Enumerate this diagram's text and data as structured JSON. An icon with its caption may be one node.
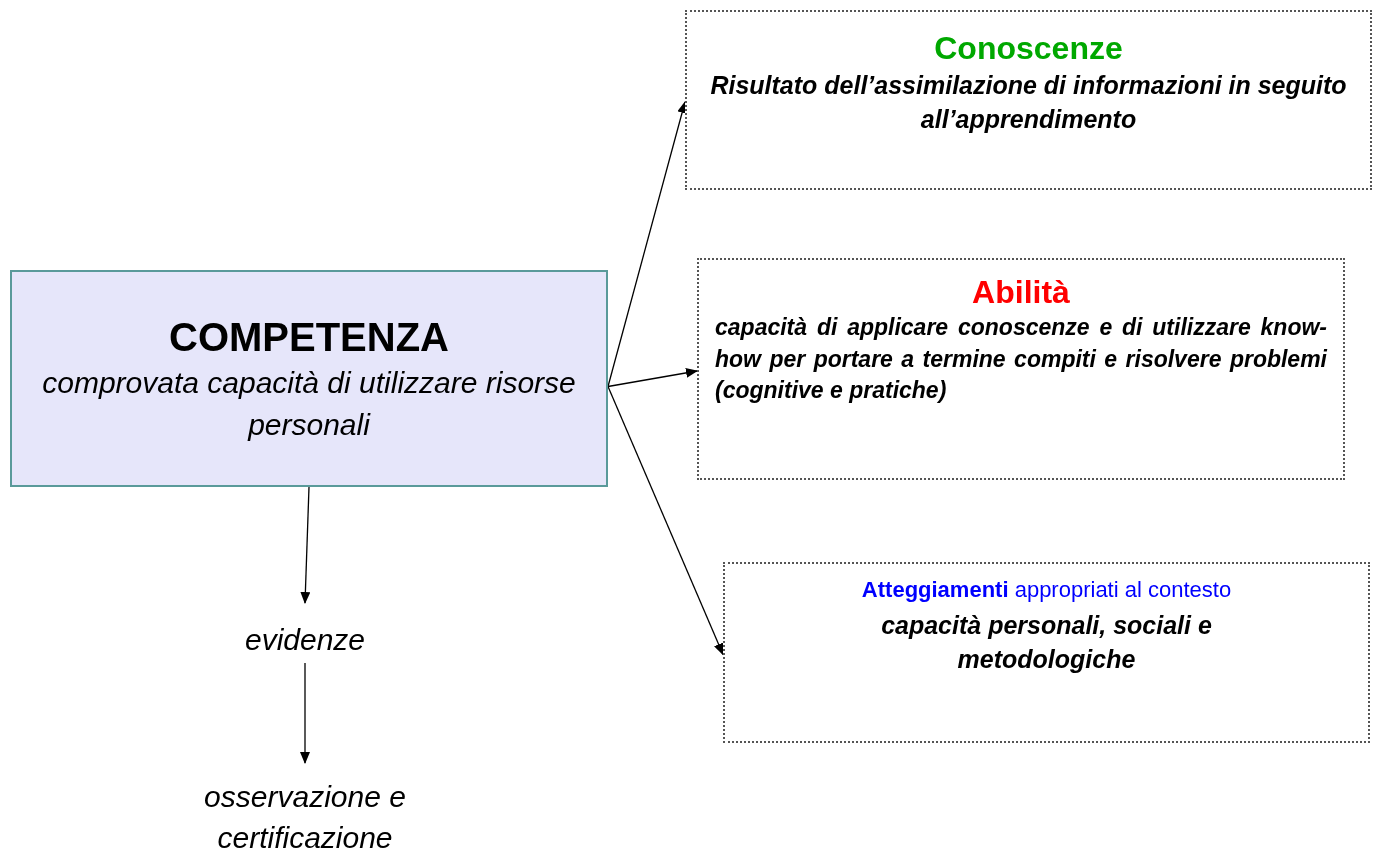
{
  "diagram": {
    "nodes": [
      {
        "text": [
          "COMPETENZA",
          "comprovata capacità di utilizzare risorse personali"
        ]
      },
      {
        "text": [
          "Conoscenze",
          "Risultato dell’assimilazione di **informazioni** in seguito all’apprendimento"
        ]
      },
      {
        "text": [
          "Abilità",
          "capacità di applicare conoscenze e di utilizzare know-how per portare a termine compiti e risolvere problemi (cognitive e pratiche)"
        ]
      },
      {
        "text": [
          "**Atteggiamenti** appropriati al contesto",
          "capacità personali, sociali e metodologiche"
        ]
      },
      {
        "text": [
          "evidenze"
        ]
      },
      {
        "text": [
          "osservazione e certificazione"
        ]
      }
    ],
    "edges": [
      {
        "from": 0,
        "to": 1,
        "arrow": "to"
      },
      {
        "from": 0,
        "to": 2,
        "arrow": "to"
      },
      {
        "from": 0,
        "to": 3,
        "arrow": "to"
      },
      {
        "from": 0,
        "to": 4,
        "arrow": "to"
      },
      {
        "from": 4,
        "to": 5,
        "arrow": "to"
      }
    ]
  }
}
